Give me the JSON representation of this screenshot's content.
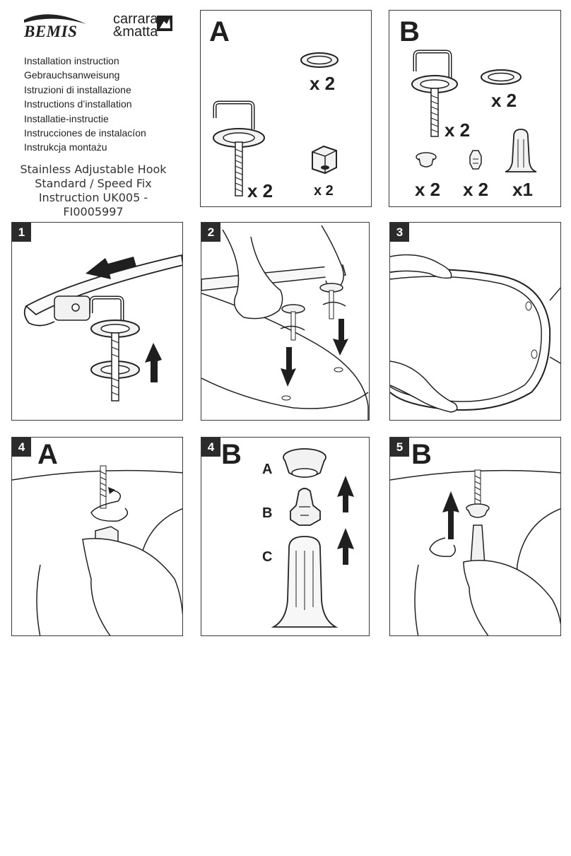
{
  "brand": {
    "bemis_logo": "BEMIS",
    "carrara_logo_line1": "carrara",
    "carrara_logo_line2": "&matta"
  },
  "languages": [
    "Installation instruction",
    "Gebrauchsanweisung",
    "Istruzioni di installazione",
    "Instructions d’installation",
    "Installatie-instructie",
    "Instrucciones de instalacíon",
    "Instrukcja montażu"
  ],
  "product": {
    "line1": "Stainless Adjustable Hook",
    "line2": "Standard / Speed Fix",
    "line3": "Instruction UK005 - FI0005997"
  },
  "kit_a": {
    "letter": "A",
    "washer_qty": "x 2",
    "hinge_qty": "x 2",
    "nut_qty": "x 2"
  },
  "kit_b": {
    "letter": "B",
    "washer_qty": "x 2",
    "hinge_qty": "x 2",
    "cone_qty": "x 2",
    "plug_qty": "x 2",
    "tool_qty": "x1"
  },
  "steps": {
    "s1": "1",
    "s2": "2",
    "s3": "3",
    "s4a_num": "4",
    "s4a_letter": "A",
    "s4b_num": "4",
    "s4b_letter": "B",
    "s5b_num": "5",
    "s5b_letter": "B"
  },
  "parts": {
    "a": "A",
    "b": "B",
    "c": "C"
  },
  "colors": {
    "ink": "#1f1f1f",
    "badge": "#2b2b2b",
    "part_fill": "#f2f2f2"
  }
}
